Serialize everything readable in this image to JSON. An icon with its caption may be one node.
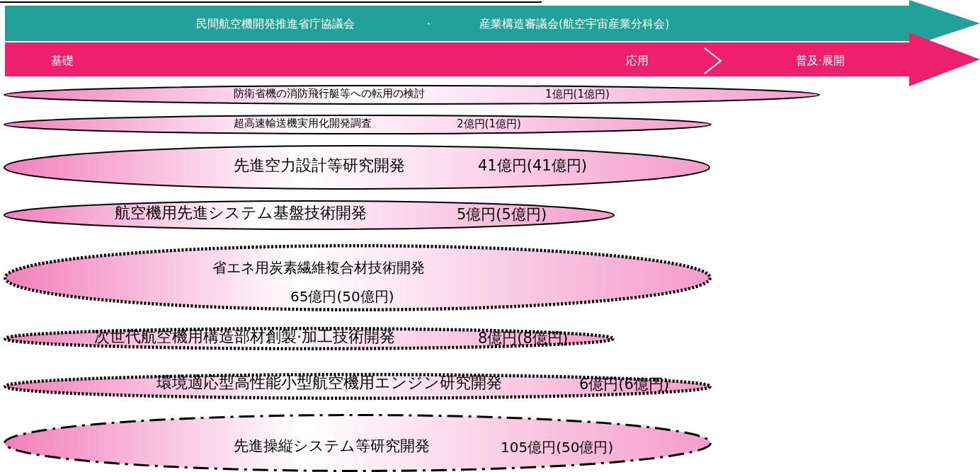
{
  "diagram": {
    "nodes": [
      {
        "text": [
          "民間航空機開発推進省庁協議会",
          "・",
          "産業構造審議会(航空宇宙産業分科会)"
        ]
      },
      {
        "text": [
          "基礎",
          "応用",
          "普及·展開"
        ]
      },
      {
        "text": [
          "防衛省機の消防飛行艇等への転用の検討",
          "1億円(1億円)"
        ]
      },
      {
        "text": [
          "超高速輸送機実用化開発調査",
          "2億円(1億円)"
        ]
      },
      {
        "text": [
          "先進空力設計等研究開発",
          "41億円(41億円)"
        ]
      },
      {
        "text": [
          "航空機用先進システム基盤技術開発",
          "5億円(5億円)"
        ]
      },
      {
        "text": [
          "省エネ用炭素繊維複合材技術開発",
          "65億円(50億円)"
        ]
      },
      {
        "text": [
          "次世代航空機用構造部材創製·加工技術開発",
          "8億円(8億円)"
        ]
      },
      {
        "text": [
          "環境適応型高性能小型航空機用エンジン研究開発",
          "6億円(6億円)"
        ]
      },
      {
        "text": [
          "先進操縦システム等研究開発",
          "105億円(50億円)"
        ]
      }
    ]
  }
}
